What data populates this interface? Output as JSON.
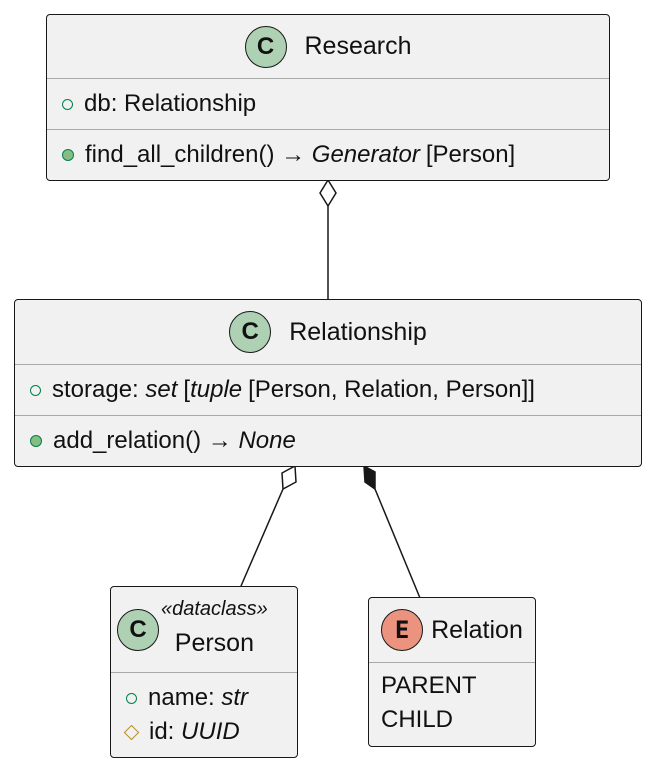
{
  "research": {
    "icon": "C",
    "name": "Research",
    "field": {
      "name": "db",
      "type": "Relationship"
    },
    "method": {
      "name": "find_all_children()",
      "arrow": "→",
      "type": "Generator",
      "param": "[Person]"
    }
  },
  "relationship": {
    "icon": "C",
    "name": "Relationship",
    "field": {
      "name": "storage:",
      "type": "set",
      "open": "[",
      "inner": "tuple",
      "rest": "[Person, Relation, Person]]"
    },
    "method": {
      "name": "add_relation()",
      "arrow": "→",
      "type": "None"
    }
  },
  "person": {
    "icon": "C",
    "stereotype": "«dataclass»",
    "name": "Person",
    "fields": [
      {
        "name": "name:",
        "type": "str"
      },
      {
        "name": "id:",
        "type": "UUID"
      }
    ]
  },
  "relation": {
    "icon": "E",
    "name": "Relation",
    "values": [
      "PARENT",
      "CHILD"
    ]
  }
}
